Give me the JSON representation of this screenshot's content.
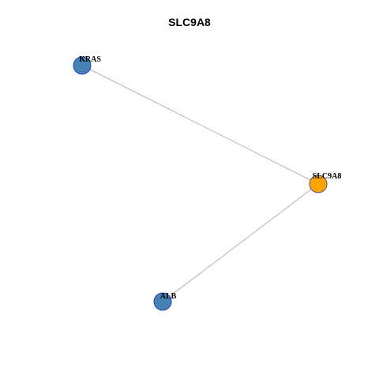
{
  "title": "SLC9A8",
  "nodes": [
    {
      "id": "KRAS",
      "label": "KRAS",
      "role": "neighbor"
    },
    {
      "id": "SLC9A8",
      "label": "SLC9A8",
      "role": "query"
    },
    {
      "id": "ALB",
      "label": "ALB",
      "role": "neighbor"
    }
  ],
  "edges": [
    {
      "source": "KRAS",
      "target": "SLC9A8"
    },
    {
      "source": "ALB",
      "target": "SLC9A8"
    }
  ],
  "colors": {
    "query_fill": "#FFA500",
    "query_stroke": "#5A4A8A",
    "neighbor_fill": "#4682B4",
    "neighbor_stroke": "#1F3FBF",
    "edge": "#B3B3B3"
  }
}
